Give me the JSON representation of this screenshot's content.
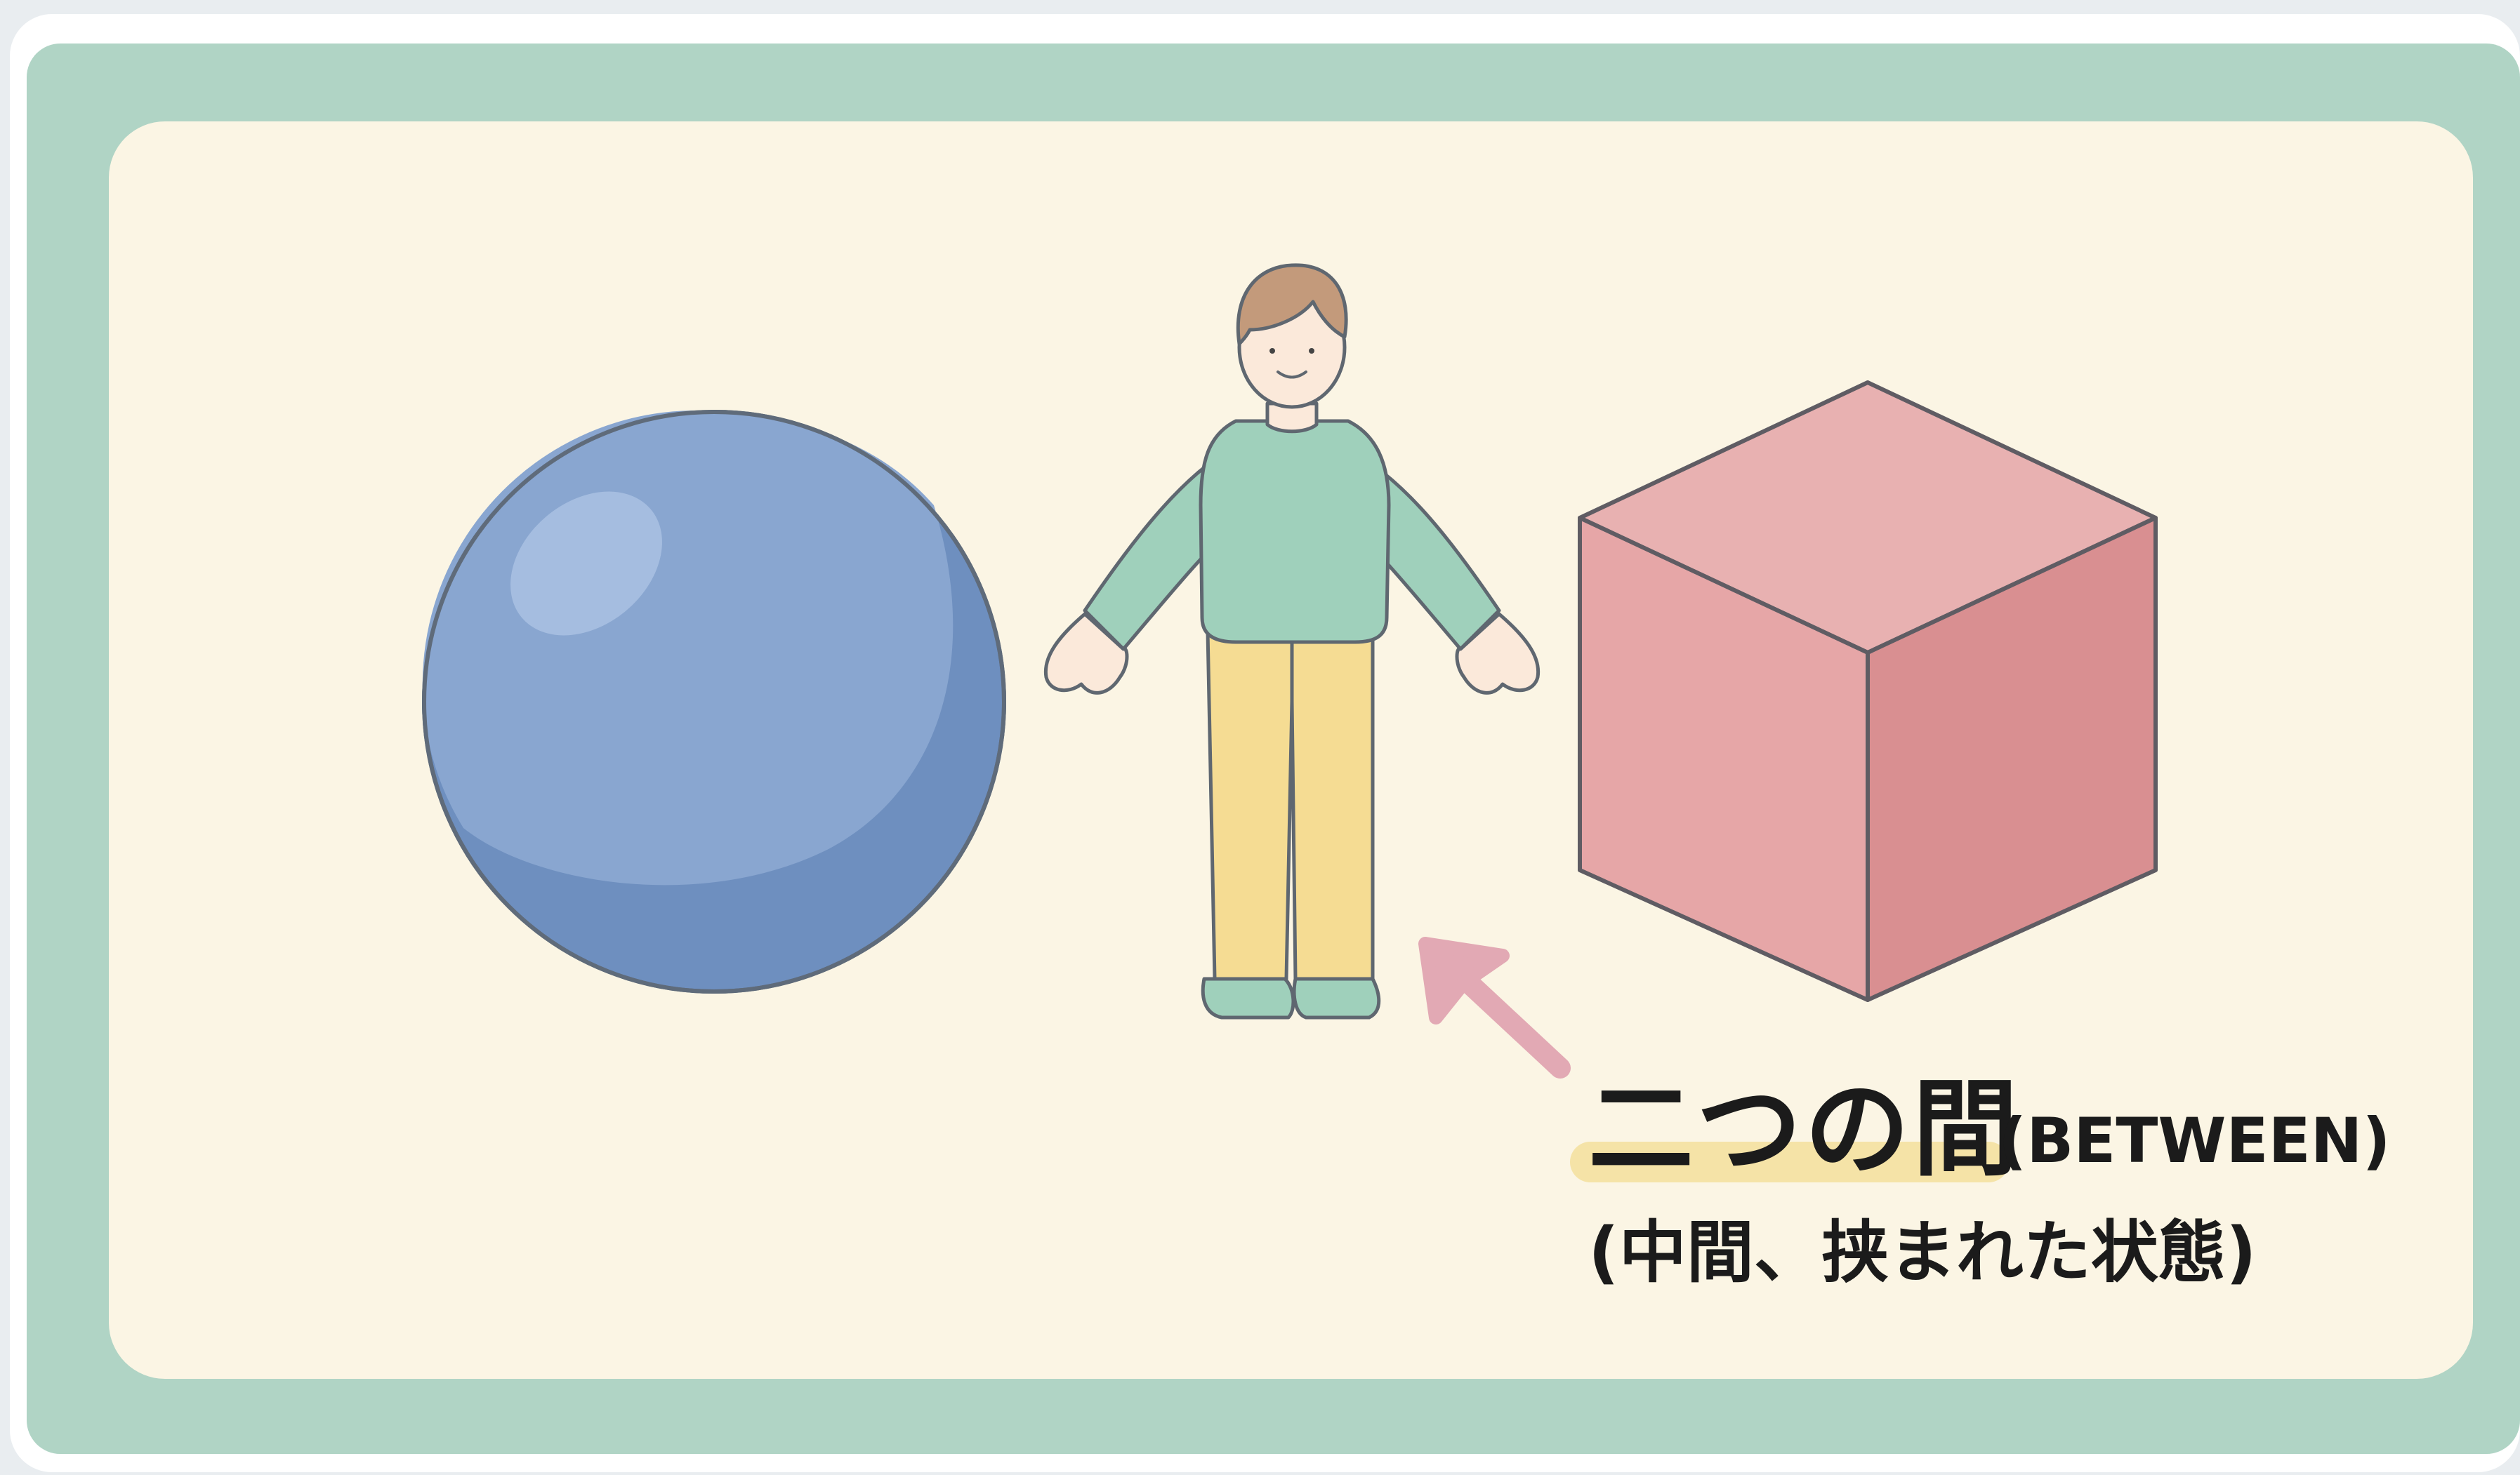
{
  "illustration": {
    "term": "二つの間",
    "term_english": "(BETWEEN)",
    "term_meaning": "(中間、挟まれた状態)"
  },
  "colors": {
    "outer_frame": "#b0d4c5",
    "panel": "#fbf5e4",
    "sphere": "#89a6d0",
    "sphere_shadow": "#6e8fbf",
    "cube_top": "#e8b1b1",
    "cube_left": "#e6a6a7",
    "cube_right": "#d98f91",
    "shirt": "#9fd0bb",
    "pants": "#f5dc93",
    "hair": "#c39a7b",
    "skin": "#fbe9da",
    "arrow": "#e2a9b4",
    "highlight": "#f3df9c"
  },
  "icons": {
    "sphere": "blue-sphere-icon",
    "person": "standing-person-icon",
    "cube": "pink-cube-icon",
    "arrow": "pointing-arrow-icon"
  }
}
